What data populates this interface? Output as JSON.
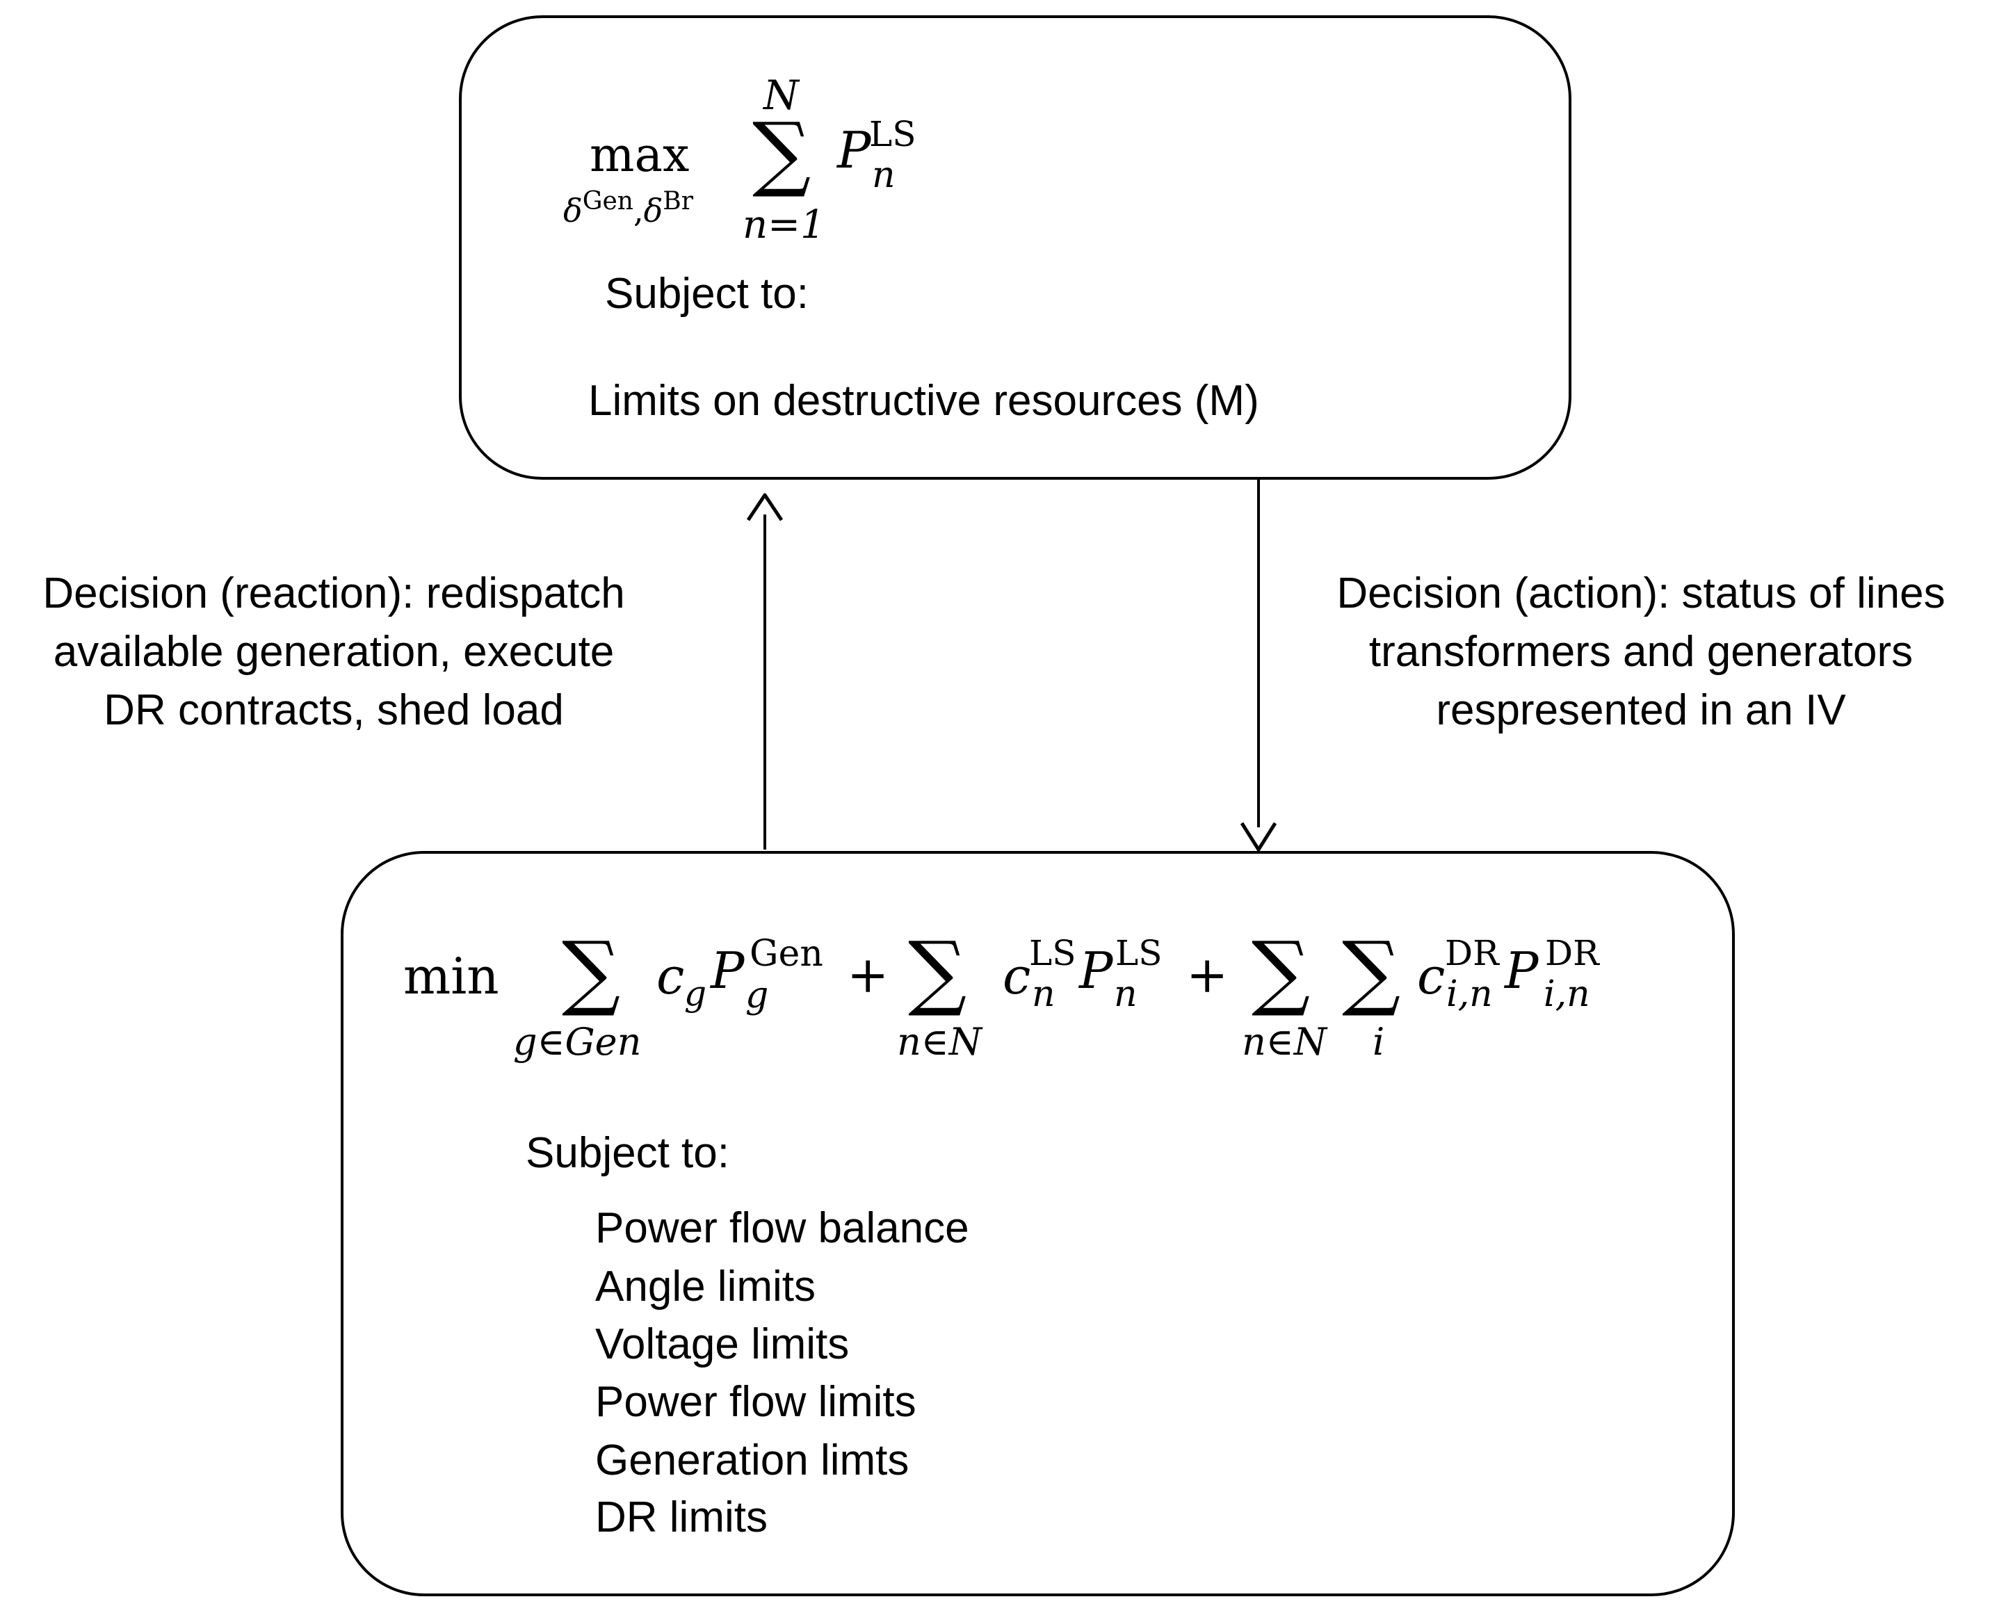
{
  "top_box": {
    "objective": {
      "operator": "max",
      "var_delta": "δ",
      "var_sup_gen": "Gen",
      "comma": ",",
      "var_sup_br": "Br",
      "sum_symbol": "∑",
      "sum_upper": "N",
      "sum_lower": "n=1",
      "term_base": "P",
      "term_sub": "n",
      "term_sup": "LS"
    },
    "subject_to": "Subject to:",
    "constraints": [
      "Limits on destructive resources (M)"
    ]
  },
  "bottom_box": {
    "objective": {
      "operator": "min",
      "sum_symbol": "∑",
      "plus": "+",
      "term1": {
        "sum_lower": "g∈Gen",
        "coef": "c",
        "coef_sub": "g",
        "base": "P",
        "sub": "g",
        "sup": "Gen"
      },
      "term2": {
        "sum_lower": "n∈N",
        "coef": "c",
        "coef_sub": "n",
        "coef_sup": "LS",
        "base": "P",
        "sub": "n",
        "sup": "LS"
      },
      "term3": {
        "sum_lower_1": "n∈N",
        "sum_lower_2": "i",
        "coef": "c",
        "coef_sub": "i,n",
        "coef_sup": "DR",
        "base": "P",
        "sub": "i,n",
        "sup": "DR"
      }
    },
    "subject_to": "Subject to:",
    "constraints": [
      "Power flow balance",
      "Angle limits",
      "Voltage limits",
      "Power flow limits",
      "Generation limts",
      "DR limits"
    ]
  },
  "left_decision": [
    "Decision (reaction): redispatch",
    "available generation, execute",
    "DR contracts, shed load"
  ],
  "right_decision": [
    "Decision (action): status of lines",
    "transformers and generators",
    "respresented in an IV"
  ]
}
